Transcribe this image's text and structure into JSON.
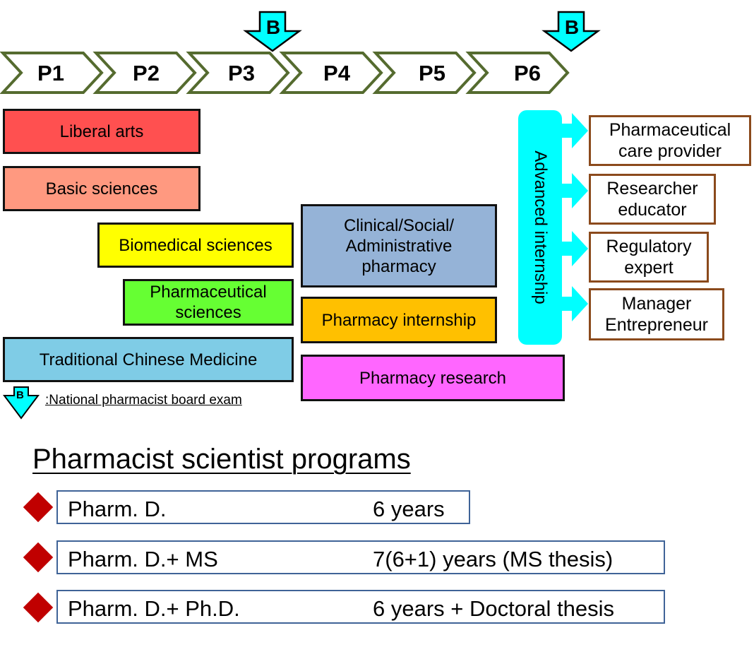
{
  "phases": [
    "P1",
    "P2",
    "P3",
    "P4",
    "P5",
    "P6"
  ],
  "exam_marker_letter": "B",
  "exam_marker_positions": [
    "between P3 and P4",
    "end of P6"
  ],
  "courses": [
    {
      "label": "Liberal arts",
      "color": "#FF5050"
    },
    {
      "label": "Basic sciences",
      "color": "#FF9980"
    },
    {
      "label": "Biomedical sciences",
      "color": "#FFFF00"
    },
    {
      "label": "Pharmaceutical sciences",
      "color": "#66FF33"
    },
    {
      "label": "Traditional Chinese Medicine",
      "color": "#7FCCE6"
    },
    {
      "label": "Clinical/Social/ Administrative pharmacy",
      "color": "#95B3D7"
    },
    {
      "label": "Pharmacy internship",
      "color": "#FFC000"
    },
    {
      "label": "Pharmacy research",
      "color": "#FF66FF"
    }
  ],
  "advanced_internship": {
    "label": "Advanced internship",
    "color": "#00FFFF"
  },
  "outcomes": [
    "Pharmaceutical care provider",
    "Researcher educator",
    "Regulatory expert",
    "Manager Entrepreneur"
  ],
  "legend": {
    "symbol": "B",
    "text": ":National pharmacist board exam"
  },
  "programs": {
    "title": "Pharmacist scientist programs",
    "rows": [
      {
        "name": "Pharm. D.",
        "duration": "6 years"
      },
      {
        "name": "Pharm. D.+ MS",
        "duration": "7(6+1) years (MS thesis)"
      },
      {
        "name": "Pharm. D.+ Ph.D.",
        "duration": "6 years + Doctoral thesis"
      }
    ]
  },
  "colors": {
    "phase_border": "#556B2F",
    "outcome_border": "#8B4A1C",
    "program_border": "#3F6397",
    "bullet": "#C00000"
  }
}
